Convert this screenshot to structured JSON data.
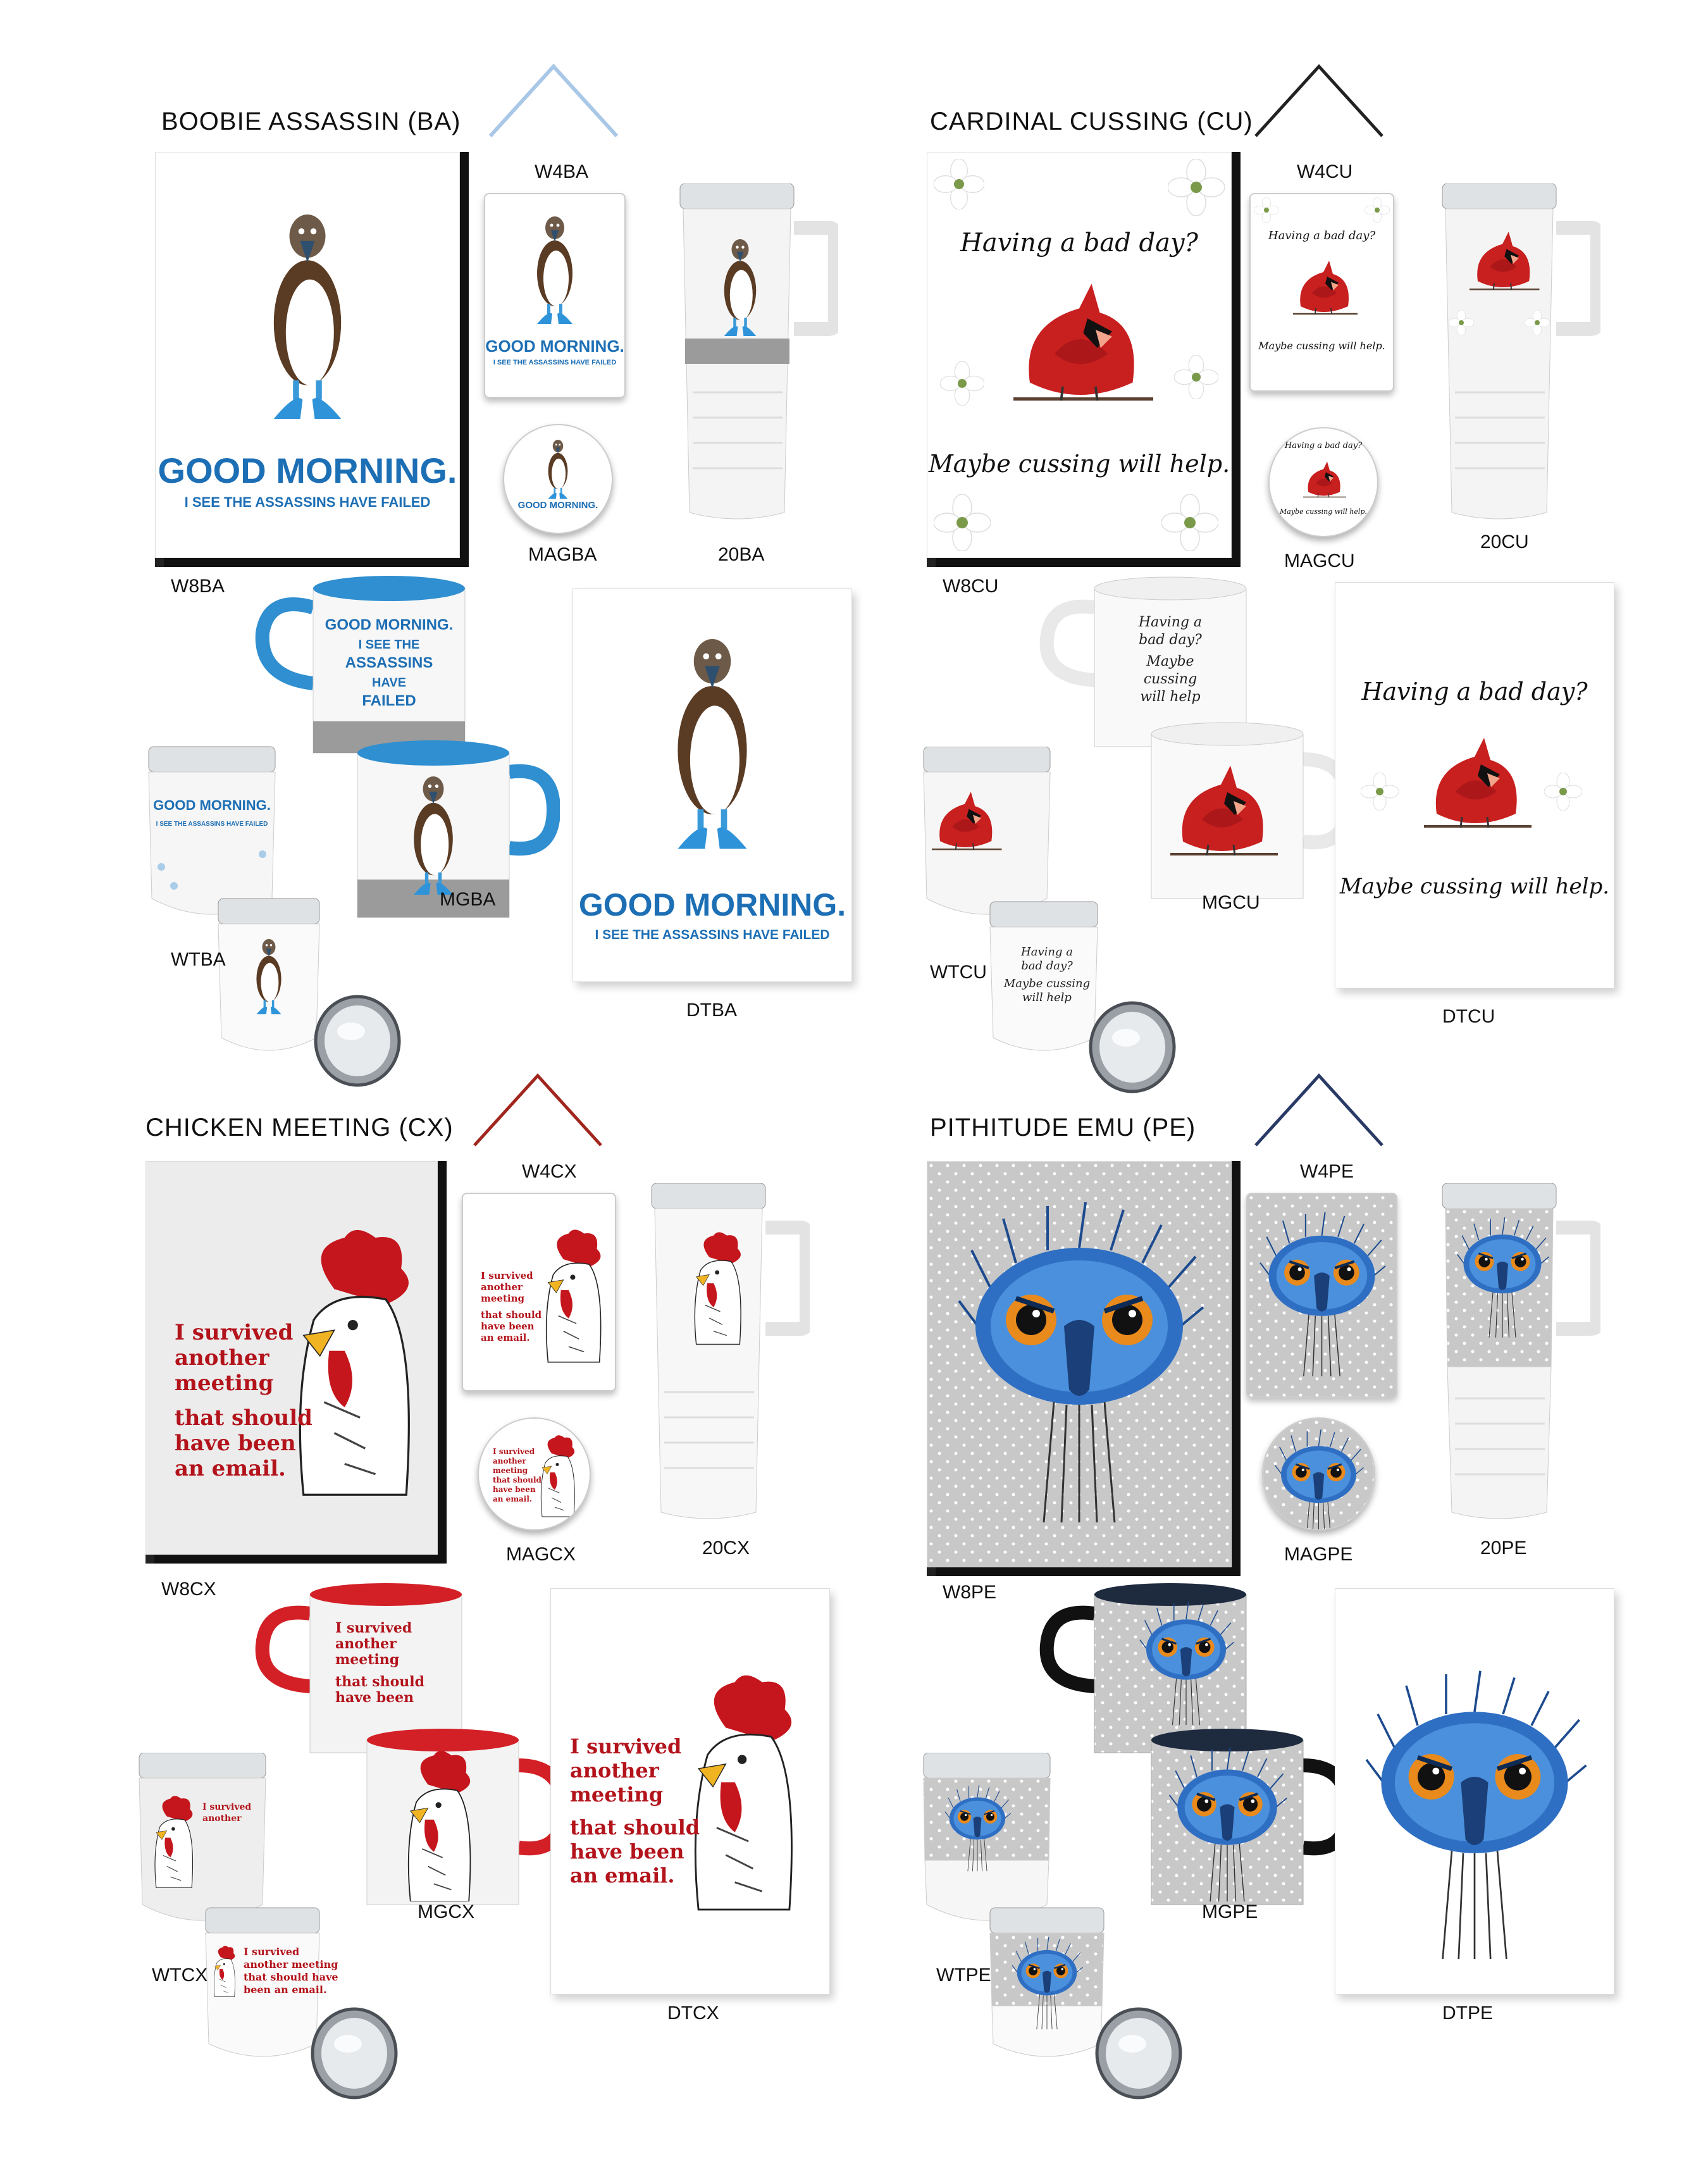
{
  "sections": {
    "ba": {
      "title": "BOOBIE ASSASSIN (BA)",
      "print_text": {
        "line1": "GOOD MORNING.",
        "line2": "I SEE THE ASSASSINS HAVE FAILED"
      },
      "mug_text": {
        "line1": "GOOD MORNING.",
        "line2": "I SEE THE",
        "line3": "ASSASSINS",
        "line4": "HAVE",
        "line5": "FAILED"
      },
      "labels": {
        "w8": "W8BA",
        "w4": "W4BA",
        "mag": "MAGBA",
        "tum20": "20BA",
        "mg": "MGBA",
        "wt": "WTBA",
        "dt": "DTBA"
      },
      "colors": {
        "accent": "#1d6fb5",
        "mug_trim": "#2f8fd1"
      }
    },
    "cu": {
      "title": "CARDINAL CUSSING (CU)",
      "print_text": {
        "line1": "Having a bad day?",
        "line2": "Maybe cussing will help."
      },
      "mug_text": {
        "line1": "Having a",
        "line2": "bad day?",
        "line3": "Maybe",
        "line4": "cussing",
        "line5": "will help"
      },
      "wt_text": {
        "line1": "Having a",
        "line2": "bad day?",
        "line3": "Maybe cussing",
        "line4": "will help"
      },
      "labels": {
        "w8": "W8CU",
        "w4": "W4CU",
        "mag": "MAGCU",
        "tum20": "20CU",
        "mg": "MGCU",
        "wt": "WTCU",
        "dt": "DTCU"
      },
      "colors": {
        "accent": "#c91d1d"
      }
    },
    "cx": {
      "title": "CHICKEN MEETING (CX)",
      "print_text": {
        "line1": "I survived",
        "line2": "another",
        "line3": "meeting",
        "line4": "that should",
        "line5": "have been",
        "line6": "an email."
      },
      "wt_text": {
        "line1": "I survived",
        "line2": "another meeting",
        "line3": "that should have",
        "line4": "been an email."
      },
      "labels": {
        "w8": "W8CX",
        "w4": "W4CX",
        "mag": "MAGCX",
        "tum20": "20CX",
        "mg": "MGCX",
        "wt": "WTCX",
        "dt": "DTCX"
      },
      "colors": {
        "accent": "#b3131b",
        "mug_trim": "#d32026"
      }
    },
    "pe": {
      "title": "PITHITUDE EMU (PE)",
      "labels": {
        "w8": "W8PE",
        "w4": "W4PE",
        "mag": "MAGPE",
        "tum20": "20PE",
        "mg": "MGPE",
        "wt": "WTPE",
        "dt": "DTPE"
      },
      "colors": {
        "accent": "#1f4fa0",
        "mug_trim": "#111111",
        "dots_bg": "#c9c9c9"
      }
    }
  },
  "icons": {
    "ba": "booby-bird-icon",
    "cu": "cardinal-bird-icon",
    "cx": "rooster-icon",
    "pe": "emu-face-icon"
  }
}
